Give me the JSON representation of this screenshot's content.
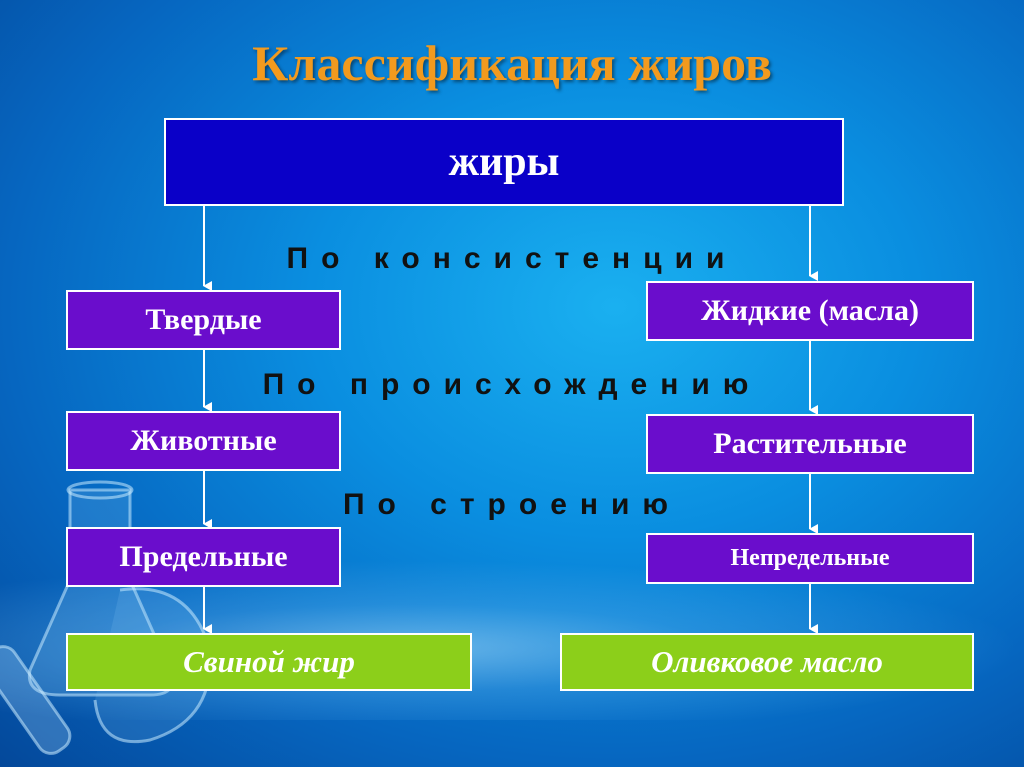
{
  "title": "Классификация жиров",
  "root": "жиры",
  "criteria": {
    "consistency": "По консистенции",
    "origin": "По происхождению",
    "structure": "По строению"
  },
  "left": {
    "level1": "Твердые",
    "level2": "Животные",
    "level3": "Предельные",
    "example": "Свиной жир"
  },
  "right": {
    "level1": "Жидкие (масла)",
    "level2": "Растительные",
    "level3": "Непредельные",
    "example": "Оливковое масло"
  },
  "colors": {
    "title": "#f29a1e",
    "root_fill": "#0a00c8",
    "node_fill": "#6a0dcc",
    "example_fill": "#8ccf1a",
    "arrow": "#ffffff"
  }
}
